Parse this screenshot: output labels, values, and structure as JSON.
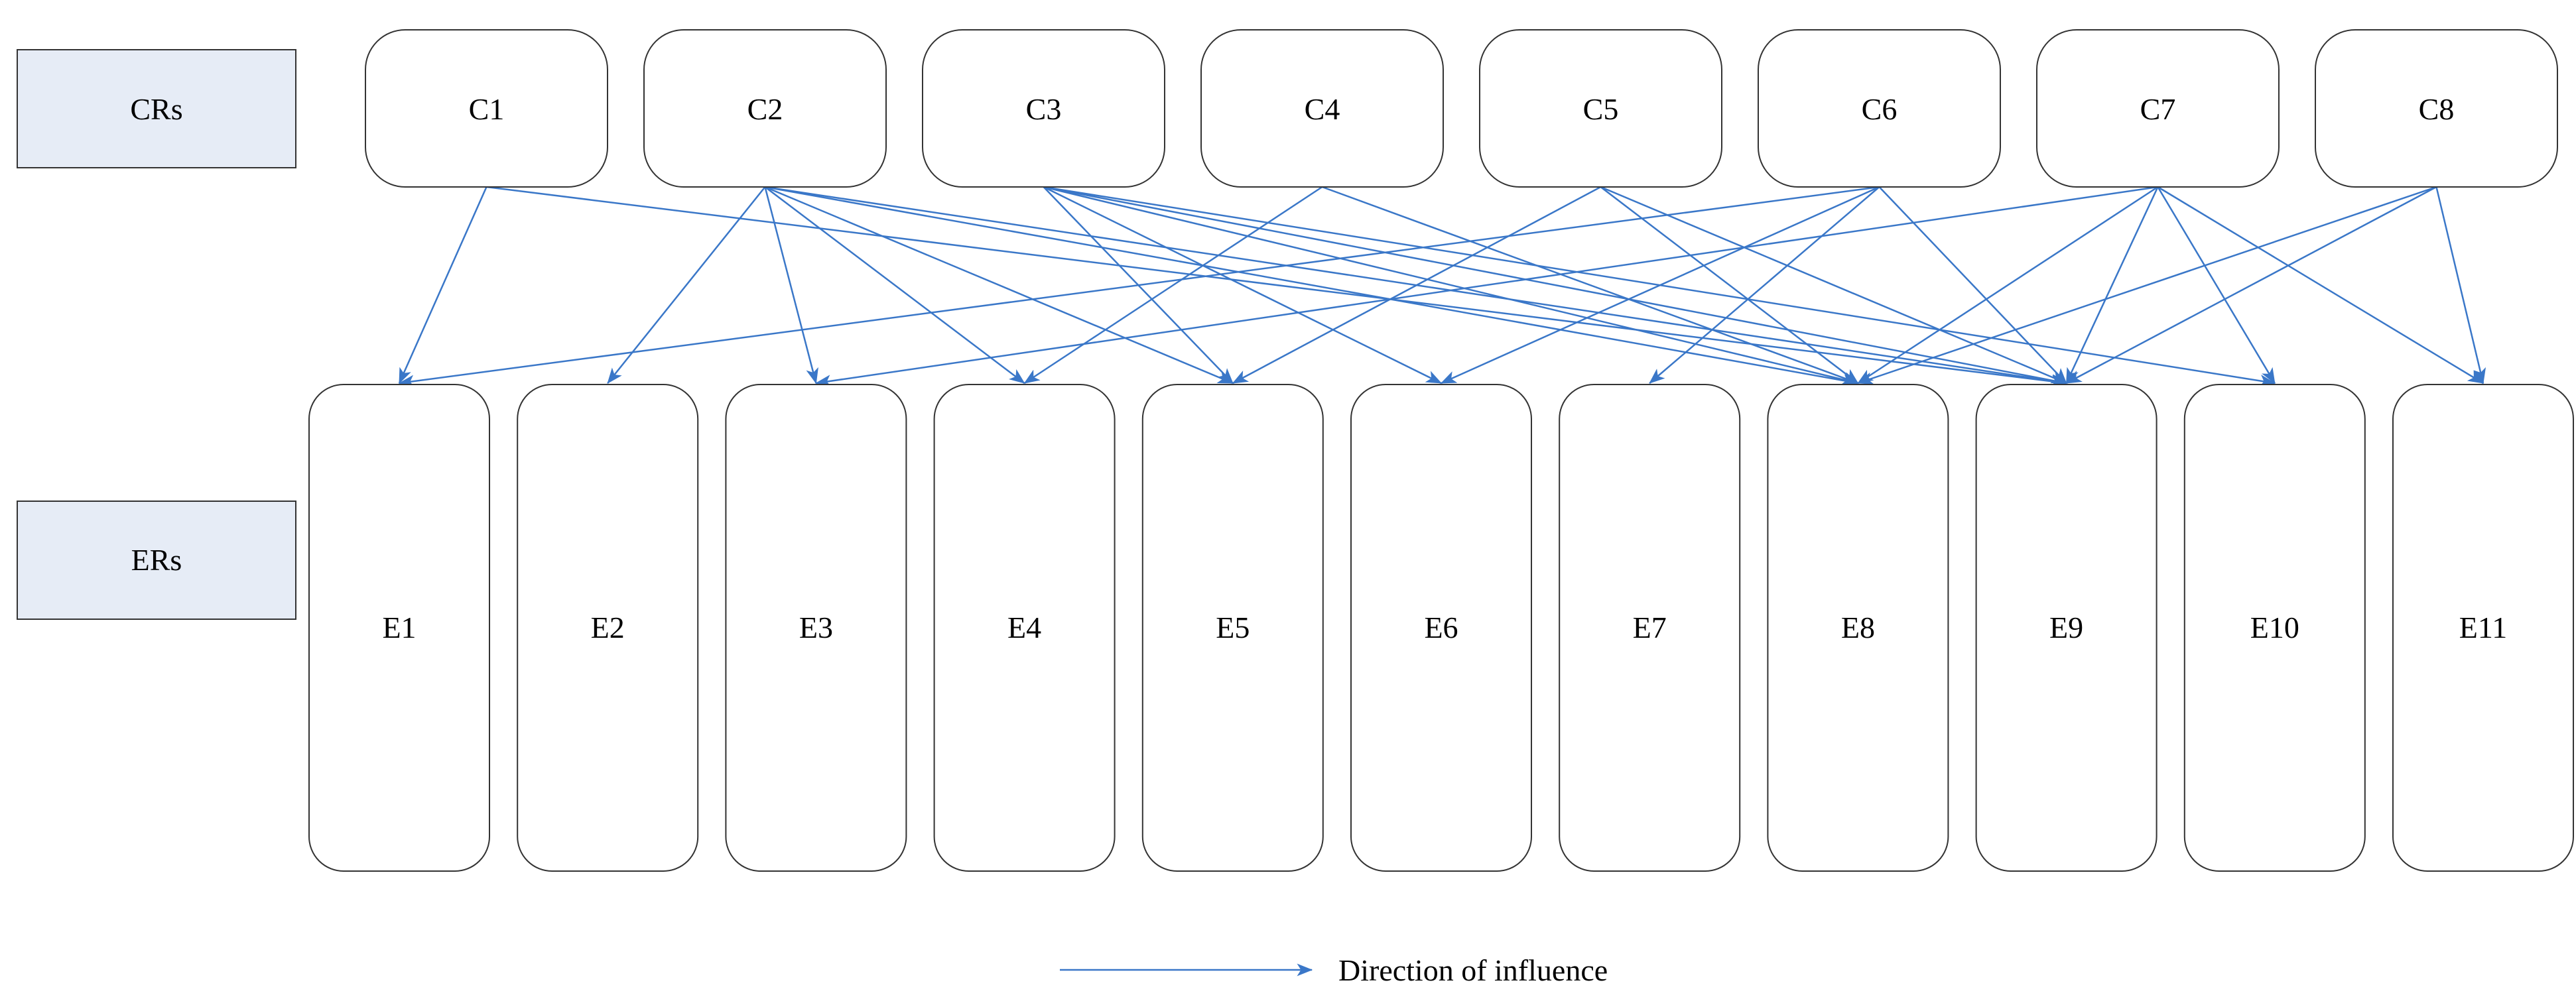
{
  "row_labels": {
    "top": "CRs",
    "bottom": "ERs"
  },
  "cr_nodes": [
    "C1",
    "C2",
    "C3",
    "C4",
    "C5",
    "C6",
    "C7",
    "C8"
  ],
  "er_nodes": [
    "E1",
    "E2",
    "E3",
    "E4",
    "E5",
    "E6",
    "E7",
    "E8",
    "E9",
    "E10",
    "E11"
  ],
  "influences": [
    [
      "C1",
      "E1"
    ],
    [
      "C1",
      "E9"
    ],
    [
      "C2",
      "E2"
    ],
    [
      "C2",
      "E3"
    ],
    [
      "C2",
      "E4"
    ],
    [
      "C2",
      "E5"
    ],
    [
      "C2",
      "E8"
    ],
    [
      "C2",
      "E9"
    ],
    [
      "C3",
      "E5"
    ],
    [
      "C3",
      "E6"
    ],
    [
      "C3",
      "E8"
    ],
    [
      "C3",
      "E9"
    ],
    [
      "C3",
      "E10"
    ],
    [
      "C4",
      "E4"
    ],
    [
      "C4",
      "E8"
    ],
    [
      "C5",
      "E5"
    ],
    [
      "C5",
      "E8"
    ],
    [
      "C5",
      "E9"
    ],
    [
      "C6",
      "E1"
    ],
    [
      "C6",
      "E6"
    ],
    [
      "C6",
      "E7"
    ],
    [
      "C6",
      "E9"
    ],
    [
      "C7",
      "E3"
    ],
    [
      "C7",
      "E8"
    ],
    [
      "C7",
      "E9"
    ],
    [
      "C7",
      "E10"
    ],
    [
      "C7",
      "E11"
    ],
    [
      "C8",
      "E8"
    ],
    [
      "C8",
      "E9"
    ],
    [
      "C8",
      "E11"
    ]
  ],
  "legend": {
    "label": "Direction of influence"
  },
  "colors": {
    "arrow": "#3a77c8",
    "row_label_fill": "#e6ecf6",
    "border": "#333333"
  }
}
